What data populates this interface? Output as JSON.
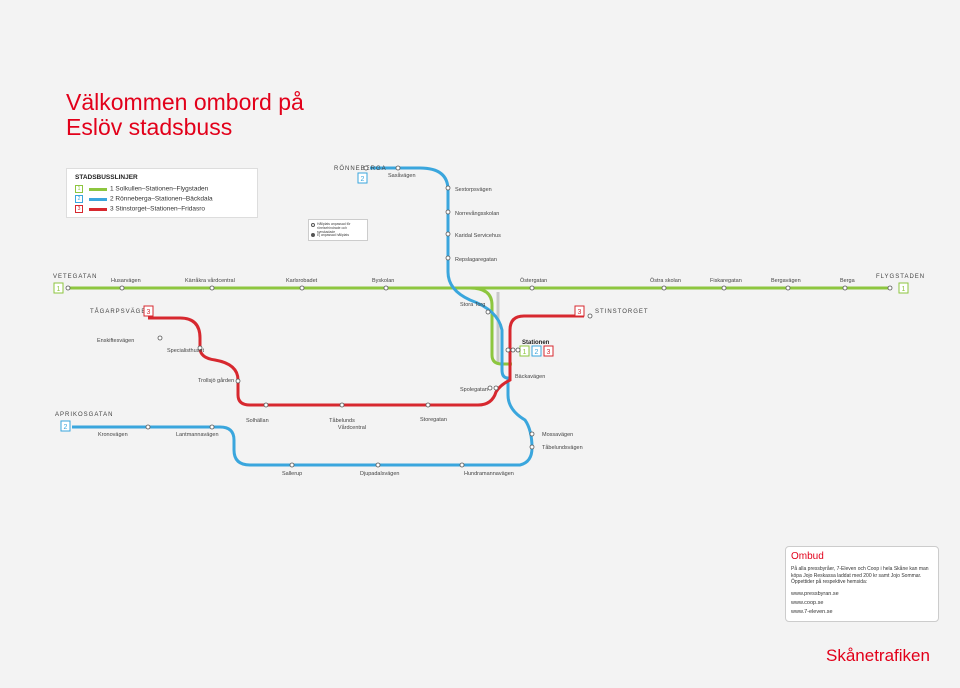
{
  "title": {
    "line1": "Välkommen ombord på",
    "line2": "Eslöv stadsbuss"
  },
  "legend": {
    "heading": "STADSBUSSLINJER",
    "lines": [
      {
        "num": "1",
        "label": "1 Solkullen–Stationen–Flygstaden",
        "color": "#8dc63f"
      },
      {
        "num": "2",
        "label": "2 Rönneberga–Stationen–Bäckdala",
        "color": "#3aa6dd"
      },
      {
        "num": "3",
        "label": "3 Stinstorget–Stationen–Fridasro",
        "color": "#d7282f"
      }
    ]
  },
  "stop_legend": {
    "accessible": "Hållplats anpassad för rörelsehindrade och synskadade",
    "not_accessible": "Ej anpassad hållplats"
  },
  "colors": {
    "line1": "#8dc63f",
    "line2": "#3aa6dd",
    "line3": "#d7282f",
    "grey": "#c8c8c8",
    "brand": "#e2001a"
  },
  "termini": {
    "ronneberga": {
      "name": "RÖNNEBERGA",
      "num": "2"
    },
    "vetegatan": {
      "name": "VETEGATAN",
      "num": "1"
    },
    "flygstaden": {
      "name": "FLYGSTADEN",
      "num": "1"
    },
    "tagarpsvagen": {
      "name": "TÅGARPSVÄGEN",
      "num": "3"
    },
    "stinstorget": {
      "name": "STINSTORGET",
      "num": "3"
    },
    "aprikosgatan": {
      "name": "APRIKOSGATAN",
      "num": "2"
    }
  },
  "stations": {
    "stationen": "Stationen",
    "nums": [
      "1",
      "2",
      "3"
    ]
  },
  "stops": {
    "saxavagen": "Saxåvägen",
    "sextorpsvagen": "Sextorpsvägen",
    "norrevangsskolan": "Norrevångsskolan",
    "karidal": "Karidal Servicehus",
    "repslagaregatan": "Repslagaregatan",
    "husarvagen": "Husarvägen",
    "karrakra": "Kärråkra vårdcentral",
    "karlsrobadet": "Karlsrobadet",
    "byskolan": "Byskolan",
    "ostergatan": "Östergatan",
    "ostra_skolan": "Östra skolan",
    "fiskaregatan": "Fiskaregatan",
    "bergavagen": "Bergavägen",
    "berga": "Berga",
    "stora_torg": "Stora Torg",
    "enskiftesvagen": "Enskiftesvägen",
    "specialisthuset": "Specialisthuset",
    "trollsjogarden": "Trollsjö gården",
    "spolegatan": "Spolegatan",
    "backavagen": "Bäckavägen",
    "kronovagen": "Kronovägen",
    "lantmannavagen": "Lantmannavägen",
    "solhallan": "Solhällan",
    "tabelunds_vardcentral_1": "Tåbelunds",
    "tabelunds_vardcentral_2": "Vårdcentral",
    "storegatan": "Storegatan",
    "mossavagen": "Mossavägen",
    "tabelundsvagen": "Tåbelundsvägen",
    "sallerup": "Sallerup",
    "djupadalsvagen": "Djupadalsvägen",
    "hundramannavagen": "Hundramannavägen"
  },
  "ombud": {
    "heading": "Ombud",
    "text": "På alla pressbyråer, 7-Eleven och Coop i hela Skåne kan man köpa Jojo Reskassa laddat med 200 kr samt Jojo Sommar. Öppettider på respektive hemsida:",
    "urls": [
      "www.pressbyran.se",
      "www.coop.se",
      "www.7-eleven.se"
    ]
  },
  "brand": "Skånetrafiken"
}
